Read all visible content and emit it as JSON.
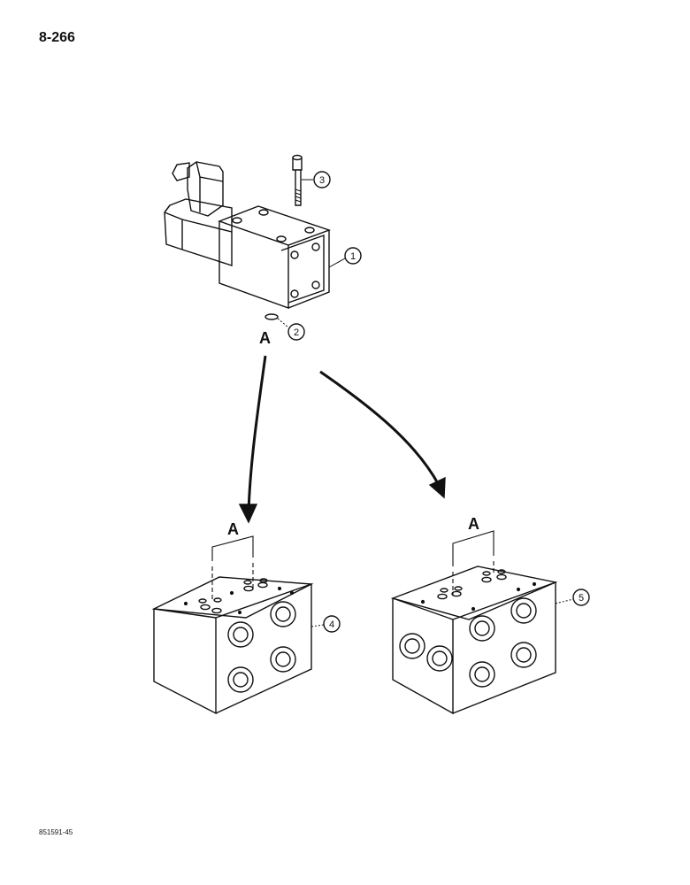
{
  "page_number": "8-266",
  "figure_id": "851591-45",
  "view_label": "A",
  "callouts": [
    {
      "number": "1",
      "part": "solenoid-valve"
    },
    {
      "number": "2",
      "part": "o-ring"
    },
    {
      "number": "3",
      "part": "cap-screw"
    },
    {
      "number": "4",
      "part": "manifold-block-small"
    },
    {
      "number": "5",
      "part": "manifold-block-large"
    }
  ]
}
